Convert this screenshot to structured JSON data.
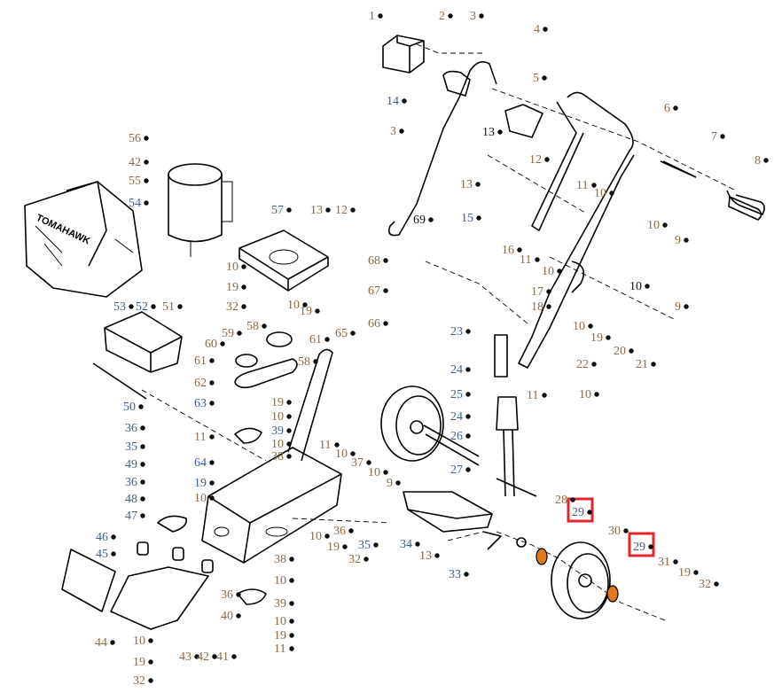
{
  "diagram": {
    "brand_logo_text": "TOMAHAWK",
    "colors": {
      "label_brown": "#8b6a45",
      "label_blue": "#3d5f8c",
      "label_black": "#111111",
      "highlight": "#e0262a",
      "bearing": "#e07a18"
    },
    "callouts": [
      "1",
      "2",
      "3",
      "4",
      "14",
      "3",
      "5",
      "13",
      "12",
      "6",
      "7",
      "8",
      "13",
      "11",
      "10",
      "15",
      "69",
      "16",
      "10",
      "9",
      "11",
      "10",
      "17",
      "18",
      "10",
      "9",
      "10",
      "19",
      "20",
      "21",
      "22",
      "10",
      "68",
      "67",
      "66",
      "23",
      "24",
      "11",
      "25",
      "24",
      "26",
      "27",
      "28",
      "29",
      "30",
      "29",
      "31",
      "19",
      "32",
      "34",
      "13",
      "33",
      "56",
      "42",
      "55",
      "54",
      "57",
      "13",
      "12",
      "53",
      "52",
      "51",
      "10",
      "19",
      "32",
      "10",
      "19",
      "65",
      "58",
      "59",
      "61",
      "60",
      "61",
      "58",
      "62",
      "50",
      "63",
      "19",
      "10",
      "36",
      "39",
      "10",
      "38",
      "11",
      "35",
      "49",
      "64",
      "36",
      "19",
      "48",
      "10",
      "47",
      "11",
      "10",
      "37",
      "10",
      "9",
      "36",
      "35",
      "10",
      "19",
      "32",
      "46",
      "45",
      "38",
      "10",
      "36",
      "39",
      "40",
      "10",
      "19",
      "11",
      "44",
      "10",
      "19",
      "32",
      "43",
      "42",
      "41"
    ],
    "highlighted_callout": "29"
  }
}
